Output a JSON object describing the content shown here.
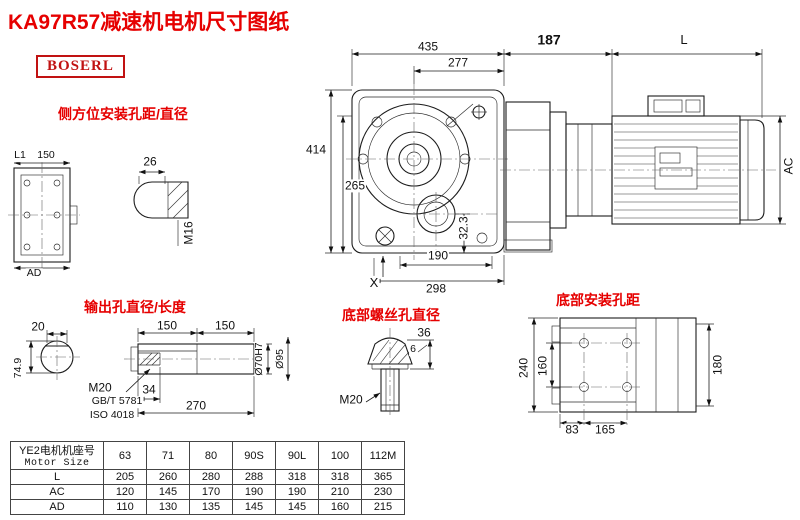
{
  "title": "KA97R57减速机电机尺寸图纸",
  "brand": {
    "logo_text": "BOSERL"
  },
  "labels": {
    "side_mount_holes": "侧方位安装孔距/直径",
    "output_hole": "输出孔直径/长度",
    "bottom_screw_hole": "底部螺丝孔直径",
    "bottom_mount_holes": "底部安装孔距"
  },
  "dims": {
    "overall_width": "435",
    "flange_width": "187",
    "motor_length": "L",
    "face_width": "277",
    "overall_height": "414",
    "shaft_height": "265",
    "foot_offset": "32.3",
    "foot_width": "190",
    "base_width": "298",
    "x_mark": "X",
    "motor_diameter": "AC",
    "bore_width": "26",
    "side_thread": "M16",
    "l1": "L1",
    "side_hole_pitch": "150",
    "ad": "AD",
    "key_width": "20",
    "shaft_len_1": "150",
    "shaft_len_2": "150",
    "key_height": "74.9",
    "shaft_thread": "M20",
    "thread_std_1": "GB/T 5781",
    "thread_std_2": "ISO 4018",
    "thread_depth": "34",
    "shaft_length": "270",
    "shaft_dia": "Ø70H7",
    "hub_dia": "Ø95",
    "screw_len": "36",
    "screw_head": "6",
    "bottom_thread": "M20",
    "base_height": "240",
    "hole_pitch_v": "160",
    "hole_pitch_a": "83",
    "hole_pitch_b": "165",
    "mount_height": "180"
  },
  "table": {
    "header_line1": "YE2电机机座号",
    "header_line2": "Motor Size",
    "sizes": [
      "63",
      "71",
      "80",
      "90S",
      "90L",
      "100",
      "112M"
    ],
    "rows": [
      {
        "label": "L",
        "values": [
          "205",
          "260",
          "280",
          "288",
          "318",
          "318",
          "365"
        ]
      },
      {
        "label": "AC",
        "values": [
          "120",
          "145",
          "170",
          "190",
          "190",
          "210",
          "230"
        ]
      },
      {
        "label": "AD",
        "values": [
          "110",
          "130",
          "135",
          "145",
          "145",
          "160",
          "215"
        ]
      }
    ]
  },
  "colors": {
    "accent_red": "#e60000",
    "line": "#1c1c1c"
  }
}
